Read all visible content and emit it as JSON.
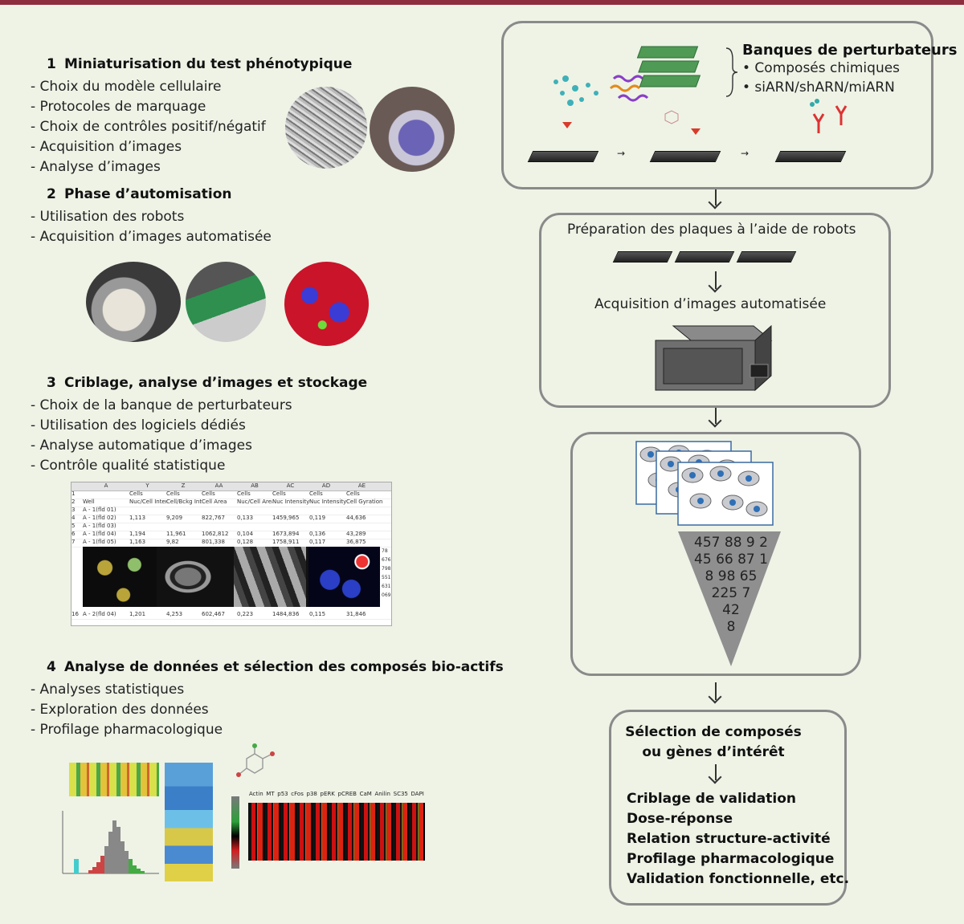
{
  "sections": [
    {
      "num": "1",
      "title": "Miniaturisation du test phénotypique",
      "items": [
        "Choix du modèle cellulaire",
        "Protocoles de marquage",
        "Choix de contrôles positif/négatif",
        "Acquisition d’images",
        "Analyse d’images"
      ]
    },
    {
      "num": "2",
      "title": "Phase d’automisation",
      "items": [
        "Utilisation des robots",
        "Acquisition d’images automatisée"
      ]
    },
    {
      "num": "3",
      "title": "Criblage, analyse d’images et stockage",
      "items": [
        "Choix de la banque de perturbateurs",
        "Utilisation des logiciels dédiés",
        "Analyse automatique d’images",
        "Contrôle qualité statistique"
      ]
    },
    {
      "num": "4",
      "title": "Analyse de données et sélection des composés bio-actifs",
      "items": [
        "Analyses statistiques",
        "Exploration des données",
        "Profilage pharmacologique"
      ]
    }
  ],
  "spreadsheet": {
    "cols": [
      "A",
      "Y",
      "Z",
      "AA",
      "AB",
      "AC",
      "AD",
      "AE"
    ],
    "row1": [
      "",
      "Cells",
      "Cells",
      "Cells",
      "Cells",
      "Cells",
      "Cells",
      "Cells"
    ],
    "row2": [
      "Well",
      "Nuc/Cell Inter",
      "Cell/Bckg Int",
      "Cell Area",
      "Nuc/Cell Area",
      "Nuc Intensity",
      "Nuc Intensity",
      "Cell Gyration"
    ],
    "rows": [
      [
        "3",
        "A - 1(fld 01)",
        "",
        "",
        "",
        "",
        "",
        ""
      ],
      [
        "4",
        "A - 1(fld 02)",
        "1,113",
        "9,209",
        "822,767",
        "0,133",
        "1459,965",
        "0,119",
        "44,636"
      ],
      [
        "5",
        "A - 1(fld 03)",
        "",
        "",
        "",
        "",
        "",
        "",
        ""
      ],
      [
        "6",
        "A - 1(fld 04)",
        "1,194",
        "11,961",
        "1062,812",
        "0,104",
        "1673,894",
        "0,136",
        "43,289"
      ],
      [
        "7",
        "A - 1(fld 05)",
        "1,163",
        "9,82",
        "801,338",
        "0,128",
        "1758,911",
        "0,117",
        "36,875"
      ]
    ],
    "bottom_rows": [
      [
        "16",
        "A - 2(fld 04)",
        "1,201",
        "4,253",
        "602,467",
        "0,223",
        "1484,836",
        "0,115",
        "31,846"
      ]
    ],
    "right_vals": [
      "78",
      "676",
      "798",
      "551",
      "631",
      "069"
    ]
  },
  "heatmap_labels": [
    "Actin",
    "MT",
    "p53",
    "cFos",
    "p38",
    "pERK",
    "pCREB",
    "CaM",
    "Anilin",
    "SC35",
    "DAPI"
  ],
  "right": {
    "banques_title": "Banques de perturbateurs",
    "banques_items": [
      "• Composés chimiques",
      "• siARN/shARN/miARN"
    ],
    "prep_text": "Préparation des plaques à l’aide de robots",
    "acq_text": "Acquisition d’images automatisée",
    "funnel_lines": [
      "457 88 9 2",
      "45 66 87 1",
      "8 98 65",
      "225 7",
      "42",
      "8"
    ],
    "selection_lines": [
      "Sélection de composés",
      "ou gènes d’intérêt"
    ],
    "final_lines": [
      "Criblage de validation",
      "Dose-réponse",
      "Relation structure-activité",
      "Profilage pharmacologique",
      "Validation fonctionnelle, etc."
    ]
  },
  "colors": {
    "accent": "#8e2d3d",
    "background": "#eef3e6",
    "box_border": "#8a8a8a"
  }
}
